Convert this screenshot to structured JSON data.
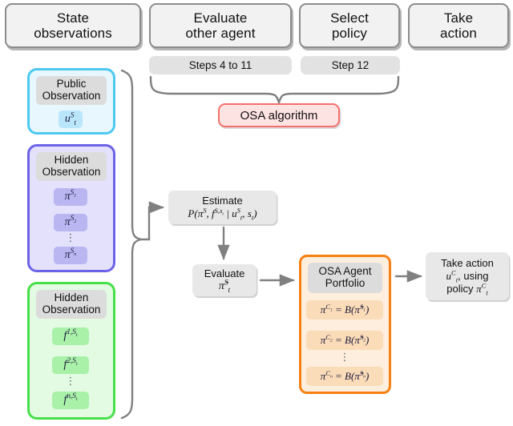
{
  "header": {
    "items": [
      {
        "line1": "State",
        "line2": "observations"
      },
      {
        "line1": "Evaluate",
        "line2": "other agent"
      },
      {
        "line1": "Select",
        "line2": "policy"
      },
      {
        "line1": "Take",
        "line2": "action"
      }
    ]
  },
  "steps": {
    "left_label": "Steps 4 to 11",
    "right_label": "Step 12"
  },
  "algorithm_box": {
    "label": "OSA algorithm"
  },
  "observations": [
    {
      "title_line1": "Public",
      "title_line2": "Observation",
      "color": "#4cc9f0",
      "fill": "#e8f7fe",
      "items": [
        "u",
        "",
        ""
      ],
      "chips": [
        {
          "base": "u",
          "sup": "S",
          "sub": "t"
        }
      ],
      "has_ellipsis": false
    },
    {
      "title_line1": "Hidden",
      "title_line2": "Observation",
      "color": "#6c63e8",
      "fill": "#e3e1fb",
      "chips": [
        {
          "base": "π",
          "sup": "S₁"
        },
        {
          "base": "π",
          "sup": "S₂"
        },
        {
          "base": "π",
          "sup": "Sₙ"
        }
      ],
      "has_ellipsis": true
    },
    {
      "title_line1": "Hidden",
      "title_line2": "Observation",
      "color": "#46e049",
      "fill": "#e2fbe2",
      "chips": [
        {
          "base": "f",
          "sup": "1,S",
          "supsub": "t"
        },
        {
          "base": "f",
          "sup": "2,S",
          "supsub": "t"
        },
        {
          "base": "f",
          "sup": "n,S",
          "supsub": "t"
        }
      ],
      "has_ellipsis": true
    }
  ],
  "estimate_box": {
    "line1": "Estimate",
    "line2": "P(πS, fS,st | utS, st)"
  },
  "evaluate_box": {
    "line1": "Evaluate",
    "line2": "π̂tS"
  },
  "portfolio": {
    "title_line1": "OSA Agent",
    "title_line2": "Portfolio",
    "color": "#f58013",
    "rows": [
      "πC₁ = B(π̂S₁)",
      "πC₂ = B(π̂S₂)",
      "πCₙ = B(π̂Sₙ)"
    ],
    "has_ellipsis": true
  },
  "take_action_box": {
    "line1": "Take action",
    "line2": "utC, using",
    "line3": "policy πtC"
  },
  "colors": {
    "arrow": "#808080",
    "header_border": "#8c8c8c",
    "header_fill": "#f2f2f2",
    "step_pill": "#e2e2e2",
    "gray_box": "#e8e8e8",
    "red_border": "#f4706c",
    "red_fill": "#fde3e2"
  }
}
